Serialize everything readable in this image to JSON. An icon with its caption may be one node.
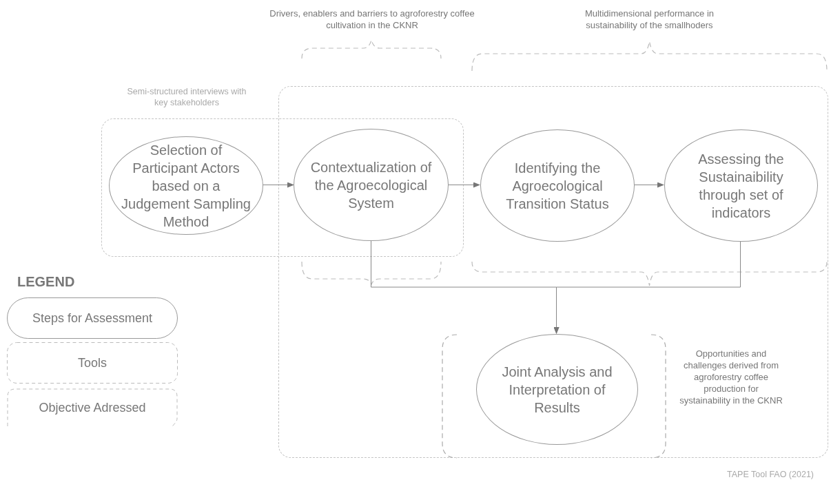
{
  "diagram": {
    "nodes": [
      {
        "text": [
          "TAPE Tool FAO (2021)"
        ]
      },
      {
        "text": [
          "Semi-structured interviews with key stakeholders"
        ]
      },
      {
        "text": [
          "Drivers, enablers and barriers to agroforestry coffee cultivation in the CKNR"
        ]
      },
      {
        "text": [
          "Multidimensional performance in sustainability of the smallhoders"
        ]
      },
      {
        "text": [
          "Selection of Participant Actors based on a Judgement Sampling Method"
        ],
        "in": 1
      },
      {
        "text": [
          "Contextualization of the Agroecological System"
        ]
      },
      {
        "text": [
          "Identifying the Agroecological Transition Status"
        ],
        "in": 0
      },
      {
        "text": [
          "Assessing the Sustainaibility through set of indicators"
        ],
        "in": 0
      },
      {
        "text": [
          "Opportunities and challenges derived from agroforestry coffee production for systainability in the CKNR"
        ],
        "in": 0
      },
      {
        "text": [
          "Joint Analysis and Interpretation of Results"
        ],
        "in": 8
      }
    ],
    "edges": [
      {
        "from": 4,
        "to": 5,
        "arrow": "to"
      },
      {
        "from": 5,
        "to": 6,
        "arrow": "to"
      },
      {
        "from": 6,
        "to": 7,
        "arrow": "to"
      },
      {
        "from": 5,
        "to": 9,
        "arrow": "to"
      },
      {
        "from": 7,
        "to": 9,
        "arrow": "to"
      }
    ],
    "labels": [
      "LEGEND"
    ],
    "legend": [
      {
        "text": "Steps for Assessment"
      },
      {
        "text": "Tools"
      },
      {
        "text": "Objective Adressed"
      }
    ]
  }
}
